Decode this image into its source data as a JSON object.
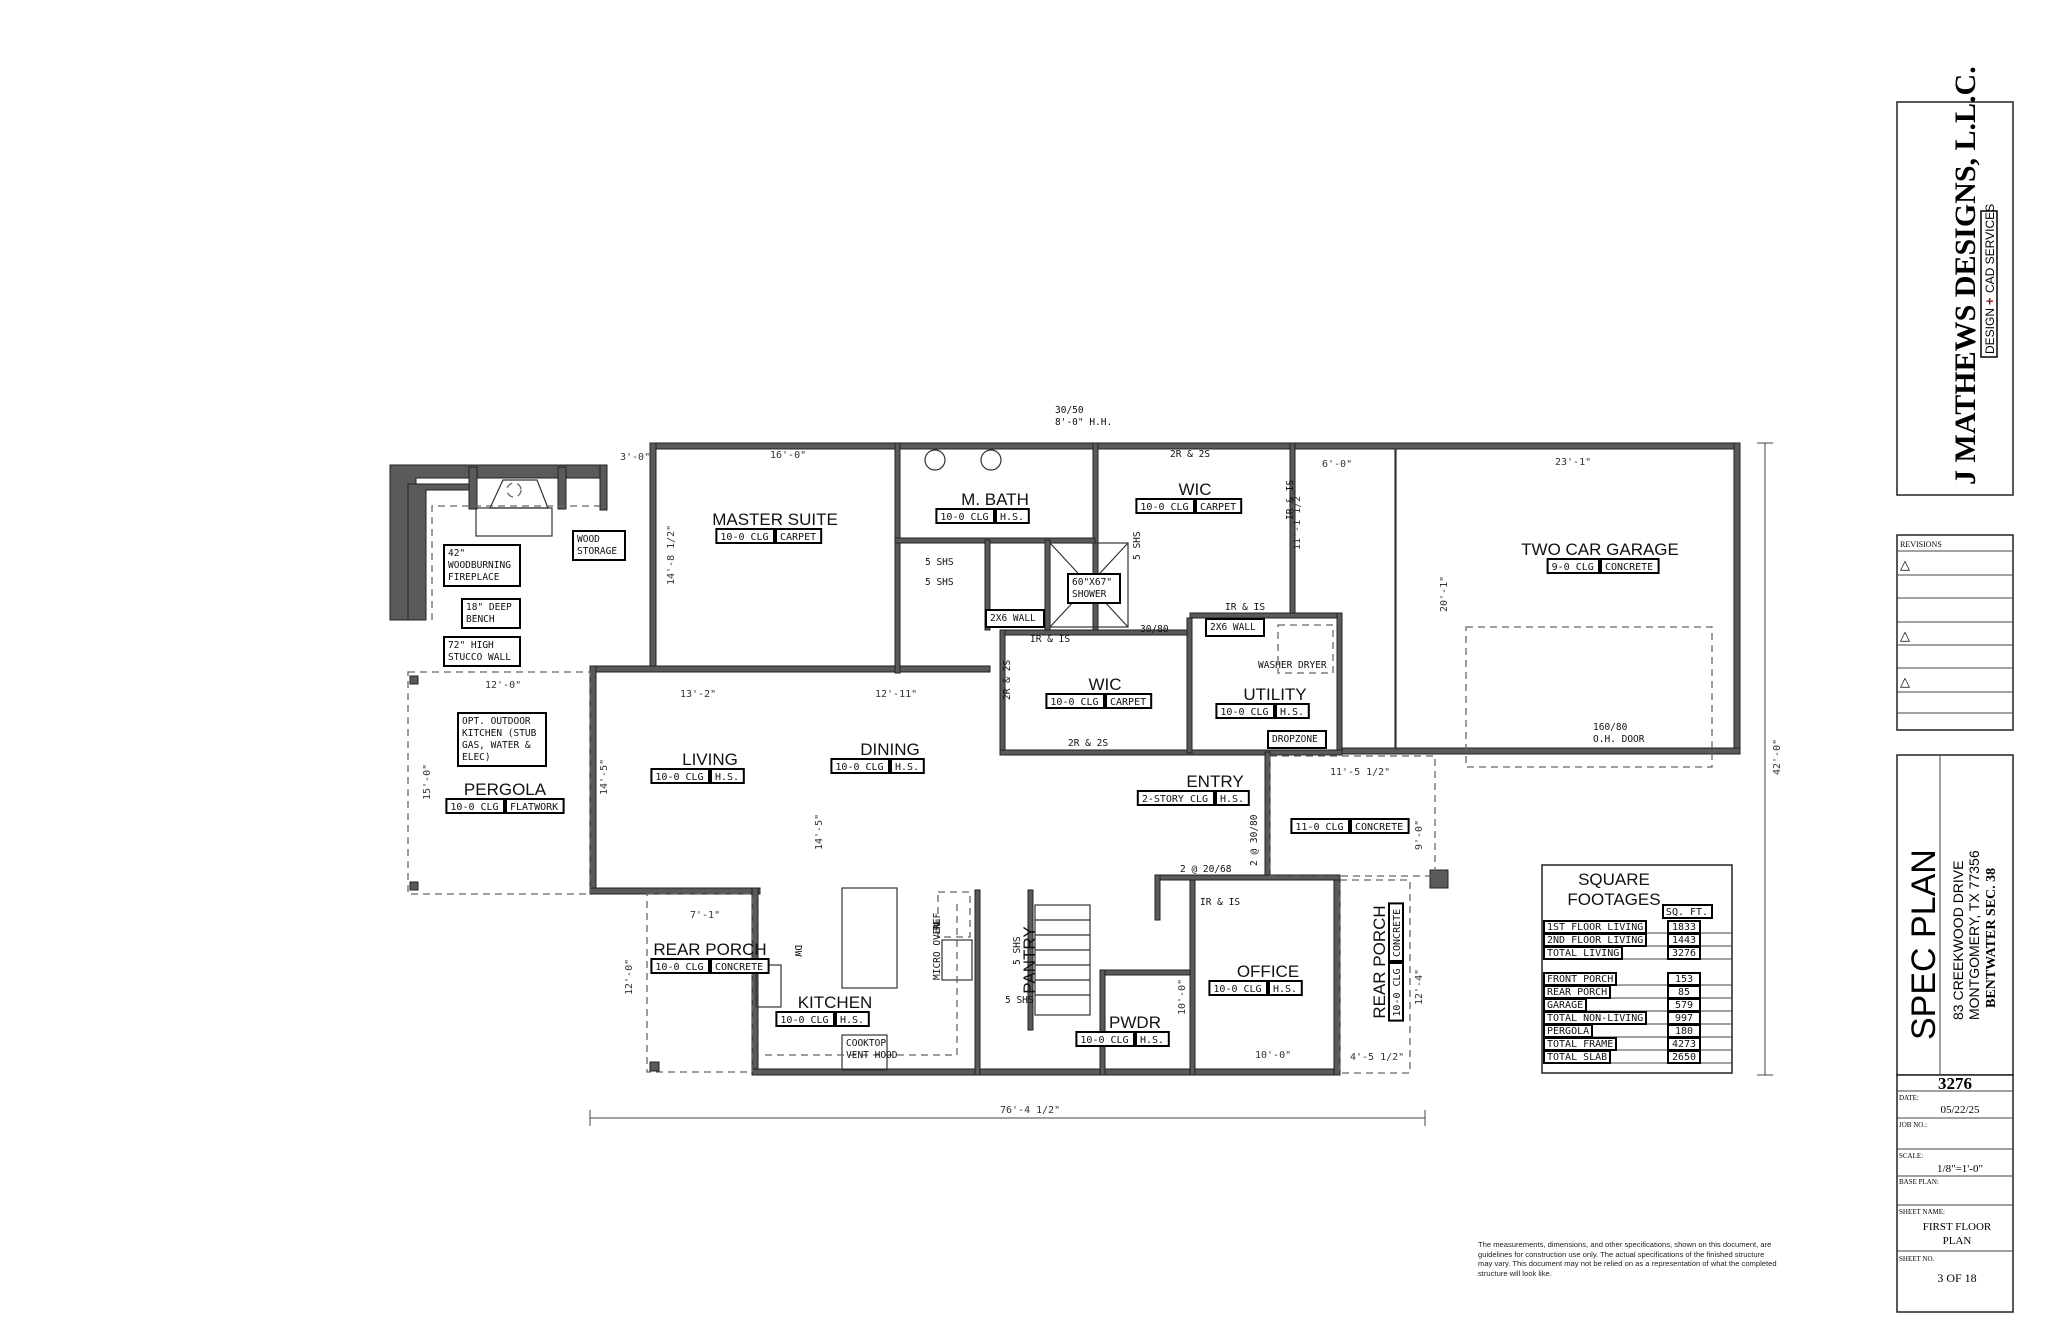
{
  "title_block": {
    "company": "J MATHEWS DESIGNS, L.L.C.",
    "tagline_left": "DESIGN",
    "tagline_plus": "+",
    "tagline_right": "CAD SERVICES",
    "revisions_label": "REVISIONS",
    "revision_marker": "△",
    "plan_title": "SPEC PLAN",
    "address_line1": "83 CREEKWOOD DRIVE",
    "address_line2": "MONTGOMERY, TX 77356",
    "subdivision": "BENTWATER SEC. 38",
    "plan_number": "3276",
    "date_label": "DATE:",
    "date": "05/22/25",
    "job_no_label": "JOB NO.:",
    "scale_label": "SCALE:",
    "scale": "1/8\"=1'-0\"",
    "base_plan_label": "BASE PLAN:",
    "sheet_name_label": "SHEET NAME:",
    "sheet_name_line1": "FIRST FLOOR",
    "sheet_name_line2": "PLAN",
    "sheet_no_label": "SHEET NO.",
    "sheet_no": "3 OF 18",
    "accent_color": "#8b1a1a"
  },
  "square_footages": {
    "title_line1": "SQUARE",
    "title_line2": "FOOTAGES",
    "column_header": "SQ. FT.",
    "rows": [
      {
        "label": "1ST FLOOR LIVING",
        "value": "1833"
      },
      {
        "label": "2ND FLOOR LIVING",
        "value": "1443"
      },
      {
        "label": "TOTAL LIVING",
        "value": "3276"
      },
      {
        "label": "FRONT PORCH",
        "value": "153"
      },
      {
        "label": "REAR PORCH",
        "value": "85"
      },
      {
        "label": "GARAGE",
        "value": "579"
      },
      {
        "label": "TOTAL NON-LIVING",
        "value": "997"
      },
      {
        "label": "PERGOLA",
        "value": "180"
      },
      {
        "label": "TOTAL FRAME",
        "value": "4273"
      },
      {
        "label": "TOTAL SLAB",
        "value": "2650"
      }
    ]
  },
  "rooms": [
    {
      "name": "MASTER SUITE",
      "tags": [
        "10-0 CLG",
        "CARPET"
      ]
    },
    {
      "name": "M. BATH",
      "tags": [
        "10-0 CLG",
        "H.S."
      ]
    },
    {
      "name": "WIC",
      "tags": [
        "10-0 CLG",
        "CARPET"
      ]
    },
    {
      "name": "TWO CAR GARAGE",
      "tags": [
        "9-0 CLG",
        "CONCRETE"
      ]
    },
    {
      "name": "PERGOLA",
      "tags": [
        "10-0 CLG",
        "FLATWORK"
      ]
    },
    {
      "name": "LIVING",
      "tags": [
        "10-0 CLG",
        "H.S."
      ]
    },
    {
      "name": "DINING",
      "tags": [
        "10-0 CLG",
        "H.S."
      ]
    },
    {
      "name": "WIC",
      "tags": [
        "10-0 CLG",
        "CARPET"
      ]
    },
    {
      "name": "UTILITY",
      "tags": [
        "10-0 CLG",
        "H.S."
      ]
    },
    {
      "name": "ENTRY",
      "tags": [
        "2-STORY CLG",
        "H.S."
      ]
    },
    {
      "name": "",
      "tags": [
        "11-0 CLG",
        "CONCRETE"
      ]
    },
    {
      "name": "REAR PORCH",
      "tags": [
        "10-0 CLG",
        "CONCRETE"
      ]
    },
    {
      "name": "KITCHEN",
      "tags": [
        "10-0 CLG",
        "H.S."
      ]
    },
    {
      "name": "PANTRY",
      "tags": []
    },
    {
      "name": "PWDR",
      "tags": [
        "10-0 CLG",
        "H.S."
      ]
    },
    {
      "name": "OFFICE",
      "tags": [
        "10-0 CLG",
        "H.S."
      ]
    },
    {
      "name": "REAR PORCH",
      "tags": [
        "10-0 CLG",
        "CONCRETE"
      ]
    }
  ],
  "notes": {
    "fireplace": [
      "42\"",
      "WOODBURNING",
      "FIREPLACE"
    ],
    "bench": [
      "18\" DEEP",
      "BENCH"
    ],
    "stucco": [
      "72\" HIGH",
      "STUCCO WALL"
    ],
    "wood_storage": [
      "WOOD",
      "STORAGE"
    ],
    "outdoor_kitchen": [
      "OPT. OUTDOOR",
      "KITCHEN (STUB",
      "GAS, WATER &",
      "ELEC)"
    ],
    "shower": [
      "60\"X67\"",
      "SHOWER"
    ],
    "wall_2x6": "2X6 WALL",
    "dropzone": "DROPZONE",
    "washer_dryer": "WASHER DRYER",
    "cooktop": [
      "COOKTOP",
      "VENT HOOD"
    ],
    "ref": "REF",
    "micro_oven": "MICRO OVEN",
    "dw": "DW",
    "shelf_5": "5 SHS",
    "rod_2": "2R & 2S",
    "rod_1": "IR & IS",
    "door_3080": "30/80",
    "door_2068": "2 @ 20/68",
    "door_3080_pair": "2 @ 30/80",
    "window_top": [
      "30/50",
      "8'-0\" H.H."
    ],
    "garage_door": [
      "160/80",
      "O.H. DOOR"
    ]
  },
  "dimensions": {
    "d_3_0": "3'-0\"",
    "d_16_0": "16'-0\"",
    "d_14_8": "14'-8 1/2\"",
    "d_6_0": "6'-0\"",
    "d_23_1": "23'-1\"",
    "d_11_1": "11'-1 1/2\"",
    "d_20_1": "20'-1\"",
    "d_12_0a": "12'-0\"",
    "d_15_0": "15'-0\"",
    "d_13_2": "13'-2\"",
    "d_12_11": "12'-11\"",
    "d_14_5a": "14'-5\"",
    "d_14_5b": "14'-5\"",
    "d_7_1": "7'-1\"",
    "d_12_0b": "12'-0\"",
    "d_11_5": "11'-5 1/2\"",
    "d_9_0": "9'-0\"",
    "d_10_0a": "10'-0\"",
    "d_10_0b": "10'-0\"",
    "d_4_5": "4'-5 1/2\"",
    "d_12_4": "12'-4\"",
    "d_76_4": "76'-4 1/2\"",
    "d_42_0": "42'-0\""
  },
  "disclaimer": "The measurements, dimensions, and other specifications, shown on this document, are guidelines for construction use only. The actual specifications of the finished structure may vary. This document may not be relied on as a representation of what the completed structure will look like."
}
